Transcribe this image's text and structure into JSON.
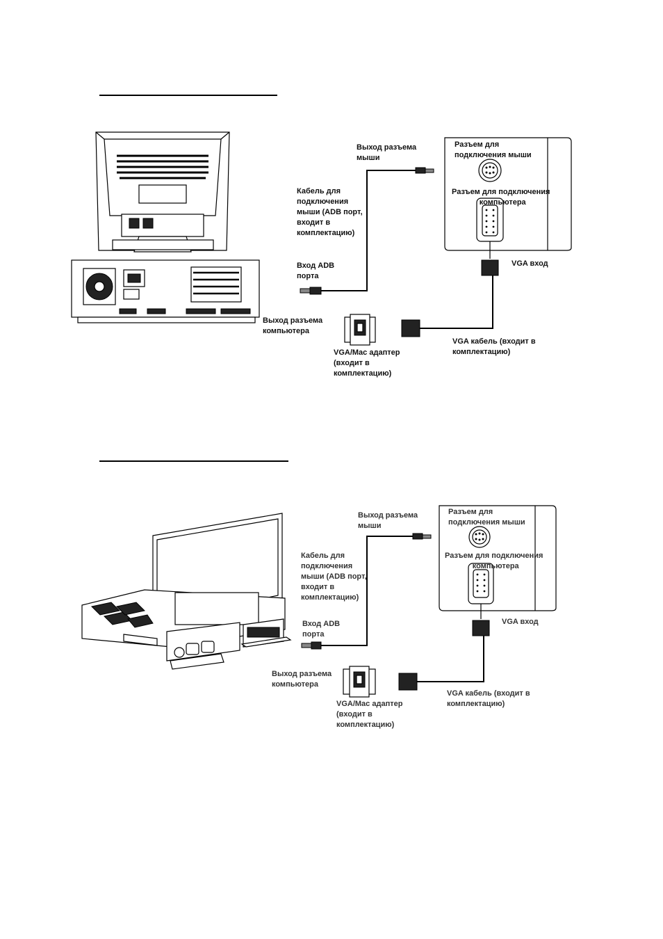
{
  "diagram_top": {
    "labels": {
      "mouse_out": "Выход разъема\nмыши",
      "mouse_port": "Разъем для\nподключения мыши",
      "computer_port": "Разъем для подключения\n             компьютера",
      "mouse_cable": "Кабель для\nподключения\nмыши (ADB порт,\nвходит в\nкомплектацию)",
      "adb_in": "Вход ADB\nпорта",
      "vga_in": "VGA вход",
      "computer_out": "Выход разъема\nкомпьютера",
      "adapter": "VGA/Mac адаптер\n(входит в\nкомплектацию)",
      "vga_cable": "VGA кабель (входит в\nкомплектацию)"
    }
  },
  "diagram_bottom": {
    "labels": {
      "mouse_out": "Выход разъема\nмыши",
      "mouse_port": "Разъем для\nподключения мыши",
      "computer_port": "Разъем для подключения\n             компьютера",
      "mouse_cable": "Кабель для\nподключения\nмыши (ADB порт,\nвходит в\nкомплектацию)",
      "adb_in": "Вход ADB\nпорта",
      "vga_in": "VGA вход",
      "computer_out": "Выход разъема\nкомпьютера",
      "adapter": "VGA/Mac адаптер\n(входит в\nкомплектацию)",
      "vga_cable": "VGA кабель (входит в\nкомплектацию)"
    }
  }
}
